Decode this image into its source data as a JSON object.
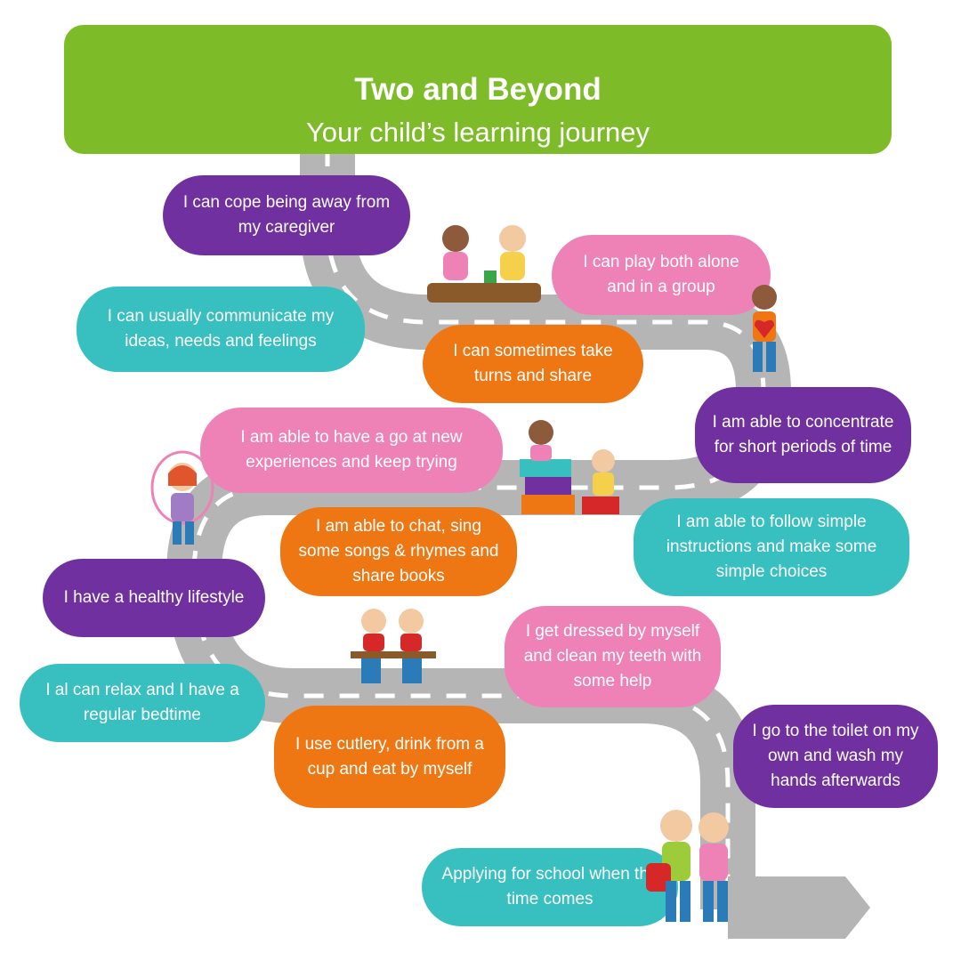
{
  "header": {
    "title": "Two and Beyond",
    "subtitle": "Your child’s learning journey",
    "color": "#7dbb28"
  },
  "colors": {
    "purple": "#7030a0",
    "teal": "#38bfbf",
    "pink": "#ee82b7",
    "orange": "#ee7714",
    "road": "#b5b5b5",
    "road_marking": "#ffffff"
  },
  "milestones": [
    {
      "text": "I can cope being away from my caregiver",
      "color": "purple"
    },
    {
      "text": "I can play both alone and in a group",
      "color": "pink"
    },
    {
      "text": "I can usually communicate my ideas, needs and feelings",
      "color": "teal"
    },
    {
      "text": "I can sometimes take turns and share",
      "color": "orange"
    },
    {
      "text": "I am able to concentrate for short periods of time",
      "color": "purple"
    },
    {
      "text": "I am able to have a go at new experiences and keep trying",
      "color": "pink"
    },
    {
      "text": "I am able to follow simple instructions and make some simple choices",
      "color": "teal"
    },
    {
      "text": "I am able to chat, sing some songs & rhymes and share books",
      "color": "orange"
    },
    {
      "text": "I have a healthy lifestyle",
      "color": "purple"
    },
    {
      "text": "I get dressed by myself and clean my teeth with some help",
      "color": "pink"
    },
    {
      "text": "I al can relax and I have a regular bedtime",
      "color": "teal"
    },
    {
      "text": "I use cutlery, drink from a cup and eat by myself",
      "color": "orange"
    },
    {
      "text": "I go to the toilet on my own and wash my hands afterwards",
      "color": "purple"
    },
    {
      "text": "Applying for school when the time comes",
      "color": "teal"
    }
  ]
}
